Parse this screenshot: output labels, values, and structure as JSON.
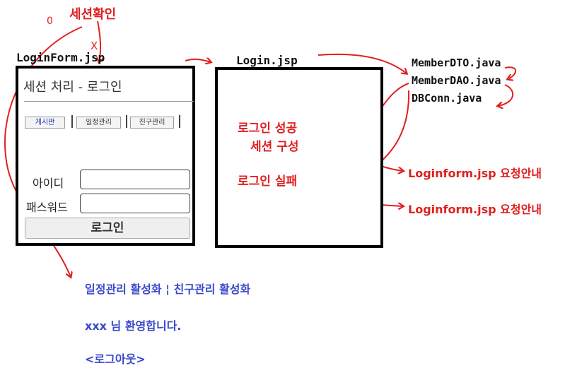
{
  "annotations": {
    "session_check": "세션확인",
    "mark_o": "0",
    "mark_x": "X",
    "login_success": "로그인 성공",
    "session_build": "세션 구성",
    "login_fail": "로그인 실패",
    "redirect_1": "Loginform.jsp 요청안내",
    "redirect_2": "Loginform.jsp 요청안내"
  },
  "files": {
    "loginform": "LoginForm.jsp",
    "login": "Login.jsp",
    "dto": "MemberDTO.java",
    "dao": "MemberDAO.java",
    "dbconn": "DBConn.java"
  },
  "form": {
    "title": "세션 처리 - 로그인",
    "tabs": [
      "게시판",
      "일정관리",
      "친구관리"
    ],
    "id_label": "아이디",
    "pw_label": "패스워드",
    "login_button": "로그인"
  },
  "result": {
    "activation": "일정관리 활성화 ¦ 친구관리 활성화",
    "welcome": "xxx 님 환영합니다.",
    "logout": "<로그아웃>"
  },
  "colors": {
    "annotation": "#e02020",
    "result_text": "#3a49c9",
    "frame": "#000000"
  }
}
